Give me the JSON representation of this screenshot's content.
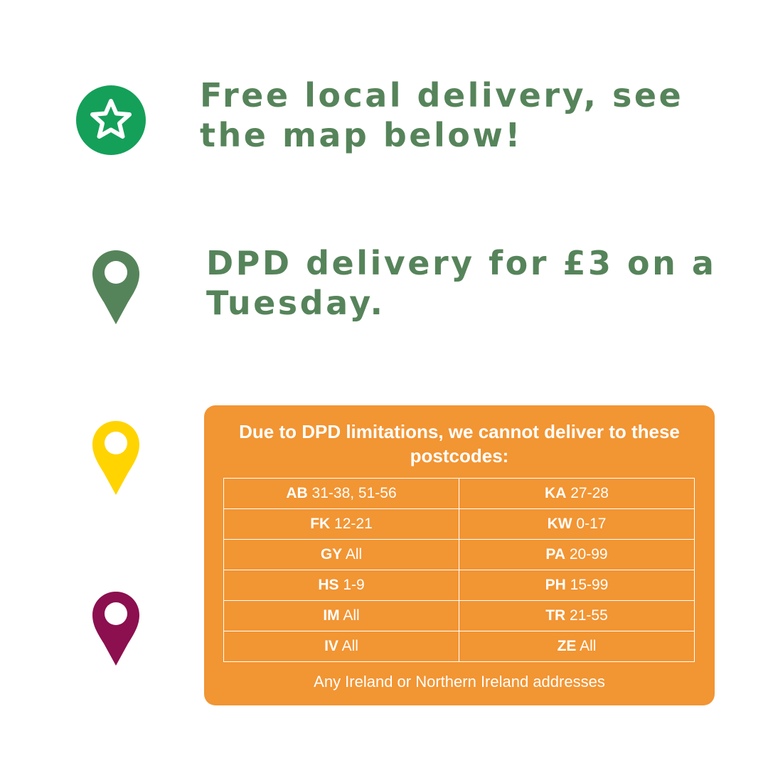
{
  "colors": {
    "headline_green": "#56845a",
    "star_badge_green": "#14a059",
    "pin_green": "#56845a",
    "pin_yellow": "#ffd400",
    "pin_maroon": "#8c0f4f",
    "panel_orange": "#f29533"
  },
  "icons": [
    "star-badge-icon",
    "map-pin-icon",
    "map-pin-icon",
    "map-pin-icon"
  ],
  "headlines": {
    "local": "Free local delivery, see the map below!",
    "dpd": "DPD delivery for £3 on a Tuesday."
  },
  "restrictions": {
    "title": "Due to DPD limitations, we cannot deliver to these postcodes:",
    "rows": [
      [
        {
          "code": "AB",
          "range": " 31-38, 51-56"
        },
        {
          "code": "KA",
          "range": " 27-28"
        }
      ],
      [
        {
          "code": "FK",
          "range": " 12-21"
        },
        {
          "code": "KW",
          "range": " 0-17"
        }
      ],
      [
        {
          "code": "GY",
          "range": " All"
        },
        {
          "code": "PA",
          "range": " 20-99"
        }
      ],
      [
        {
          "code": "HS",
          "range": " 1-9"
        },
        {
          "code": "PH",
          "range": " 15-99"
        }
      ],
      [
        {
          "code": "IM",
          "range": " All"
        },
        {
          "code": "TR",
          "range": " 21-55"
        }
      ],
      [
        {
          "code": "IV",
          "range": " All"
        },
        {
          "code": "ZE",
          "range": " All"
        }
      ]
    ],
    "footer": "Any Ireland or Northern Ireland addresses"
  }
}
